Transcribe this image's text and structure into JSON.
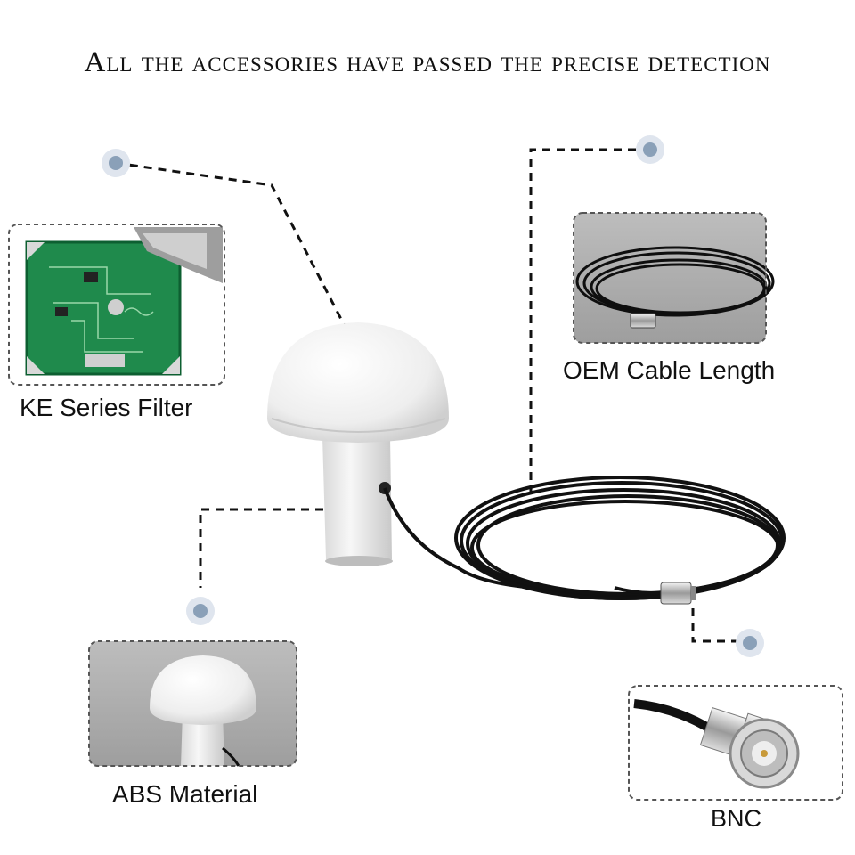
{
  "headline": "All the accessories have passed the precise detection",
  "callouts": {
    "filter": "KE Series Filter",
    "cable": "OEM Cable Length",
    "material": "ABS  Material",
    "connector": "BNC"
  },
  "colors": {
    "marker": "#8aa0b8",
    "marker_ring": "#dfe5ee",
    "pcb": "#1f8a4c",
    "cable": "#111111",
    "dome": "#f2f2f2"
  }
}
